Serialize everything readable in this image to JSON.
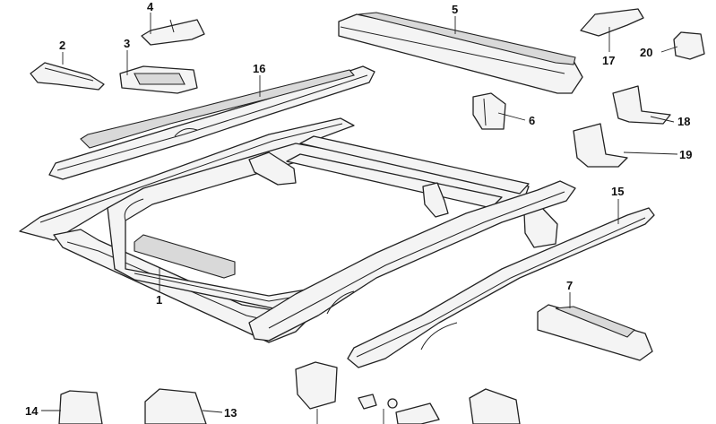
{
  "diagram": {
    "colors": {
      "line": "#222222",
      "fill": "#f4f4f4",
      "shade": "#d9d9d9",
      "background": "#ffffff"
    },
    "callouts": {
      "c1": "1",
      "c2": "2",
      "c3": "3",
      "c4": "4",
      "c5": "5",
      "c6": "6",
      "c7": "7",
      "c13": "13",
      "c14": "14",
      "c15": "15",
      "c16": "16",
      "c17": "17",
      "c18": "18",
      "c19": "19",
      "c20": "20"
    }
  }
}
